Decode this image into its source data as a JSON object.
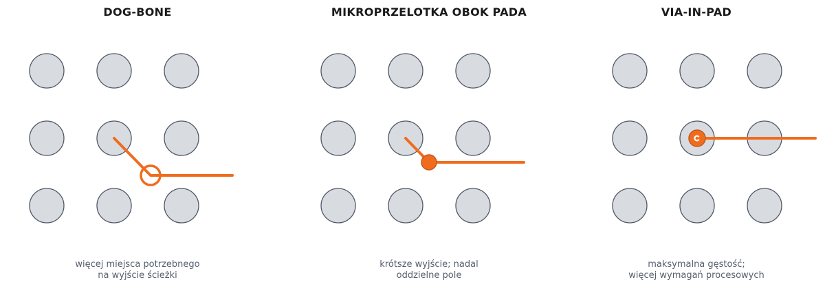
{
  "colors": {
    "pad_fill": "#d8dce1",
    "pad_stroke": "#4f5664",
    "trace": "#ef6c1f",
    "via_stroke": "#c8561a",
    "title": "#1a1a1a",
    "caption": "#555f6d"
  },
  "panels": [
    {
      "title": "DOG-BONE",
      "caption_lines": [
        "więcej miejsca potrzebnego",
        "na wyjście ścieżki"
      ],
      "via_style": "ring"
    },
    {
      "title": "MIKROPRZELOTKA OBOK PADA",
      "caption_lines": [
        "krótsze wyjście; nadal",
        "oddzielne pole"
      ],
      "via_style": "filled"
    },
    {
      "title": "VIA-IN-PAD",
      "caption_lines": [
        "maksymalna gęstość;",
        "więcej wymagań procesowych"
      ],
      "via_style": "in-pad"
    }
  ]
}
